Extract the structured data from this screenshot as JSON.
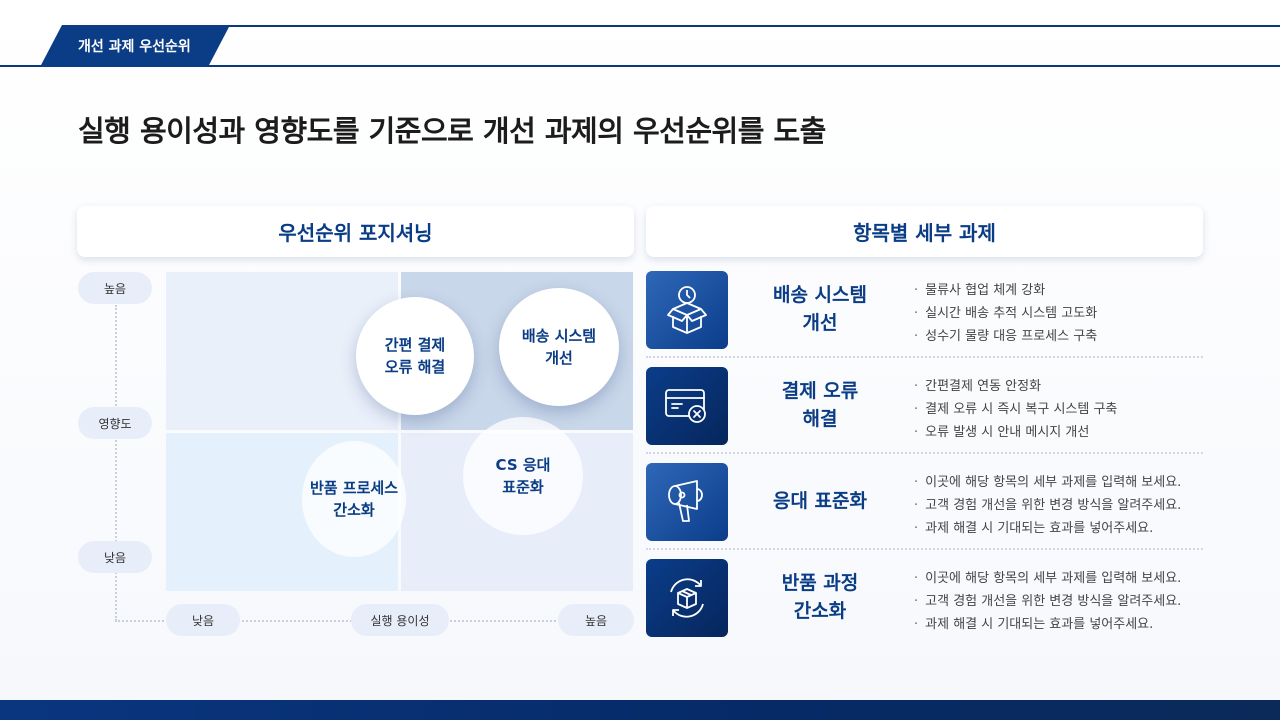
{
  "header": {
    "tab_label": "개선 과제 우선순위"
  },
  "headline": "실행 용이성과 영향도를 기준으로 개선 과제의 우선순위를 도출",
  "left_panel": {
    "title": "우선순위 포지셔닝",
    "y_axis": {
      "high": "높음",
      "label": "영향도",
      "low": "낮음"
    },
    "x_axis": {
      "low": "낮음",
      "label": "실행 용이성",
      "high": "높음"
    },
    "bubbles": [
      {
        "label": "간편 결제\n오류 해결"
      },
      {
        "label": "배송 시스템\n개선"
      },
      {
        "label": "CS 응대\n표준화"
      },
      {
        "label": "반품 프로세스\n간소화"
      }
    ]
  },
  "right_panel": {
    "title": "항목별 세부 과제",
    "rows": [
      {
        "icon": "box-clock-icon",
        "title": "배송 시스템\n개선",
        "items": [
          "물류사 협업 체계 강화",
          "실시간 배송 추적 시스템 고도화",
          "성수기 물량 대응 프로세스 구축"
        ]
      },
      {
        "icon": "card-error-icon",
        "title": "결제 오류\n해결",
        "items": [
          "간편결제 연동 안정화",
          "결제 오류 시 즉시 복구 시스템 구축",
          "오류 발생 시 안내 메시지 개선"
        ]
      },
      {
        "icon": "megaphone-icon",
        "title": "응대 표준화",
        "items": [
          "이곳에 해당 항목의 세부 과제를 입력해 보세요.",
          "고객 경험 개선을 위한 변경 방식을 알려주세요.",
          "과제 해결 시 기대되는 효과를 넣어주세요."
        ]
      },
      {
        "icon": "box-return-icon",
        "title": "반품 과정\n간소화",
        "items": [
          "이곳에 해당 항목의 세부 과제를 입력해 보세요.",
          "고객 경험 개선을 위한 변경 방식을 알려주세요.",
          "과제 해결 시 기대되는 효과를 넣어주세요."
        ]
      }
    ]
  },
  "colors": {
    "primary": "#0a3d86",
    "dark": "#06265c",
    "quad_highlight": "#c9d7ea"
  }
}
